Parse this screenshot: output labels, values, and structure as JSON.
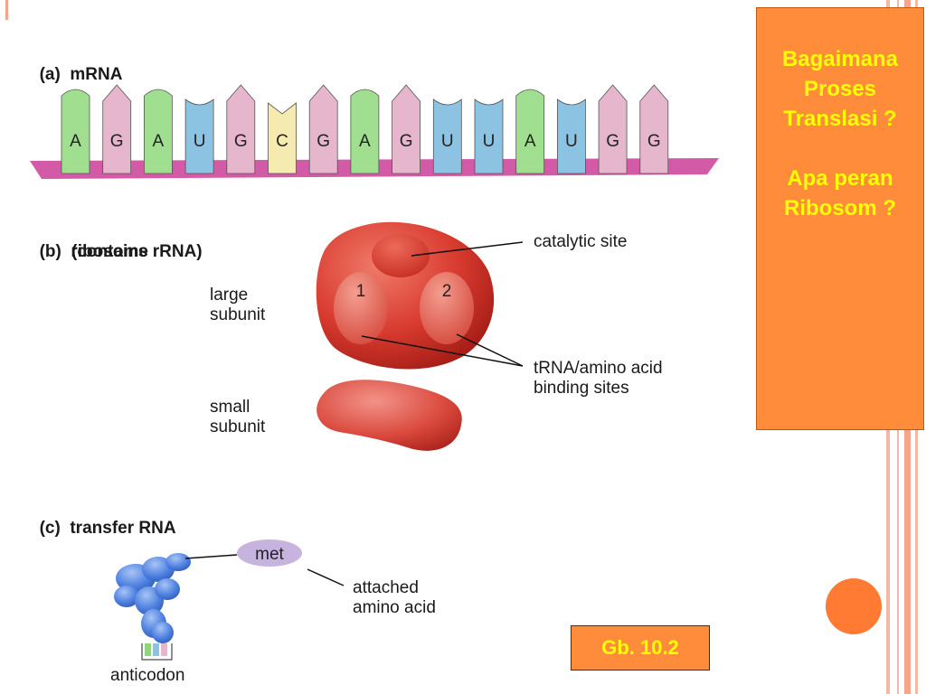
{
  "colors": {
    "accent": "#ff8c3b",
    "highlight_text": "#ffff00",
    "stripe": "#f4a58a"
  },
  "section_a": {
    "letter": "(a)",
    "title": "mRNA"
  },
  "mrna": {
    "bases": [
      "A",
      "G",
      "A",
      "U",
      "G",
      "C",
      "G",
      "A",
      "G",
      "U",
      "U",
      "A",
      "U",
      "G",
      "G"
    ],
    "base_colors": {
      "A": "#9fdf8f",
      "G": "#e5b6cc",
      "U": "#8cc3e2",
      "C": "#f5ebb0"
    }
  },
  "section_b": {
    "letter": "(b)",
    "title": "ribosome",
    "subtitle": "(contains rRNA)"
  },
  "ribosome": {
    "large_label": [
      "large",
      "subunit"
    ],
    "small_label": [
      "small",
      "subunit"
    ],
    "site1": "1",
    "site2": "2",
    "catalytic_label": "catalytic site",
    "binding_label": [
      "tRNA/amino acid",
      "binding sites"
    ]
  },
  "section_c": {
    "letter": "(c)",
    "title": "transfer RNA"
  },
  "trna": {
    "amino_acid": "met",
    "attached_label": [
      "attached",
      "amino acid"
    ],
    "anticodon_label": "anticodon"
  },
  "side_box": {
    "lines": [
      "Bagaimana",
      "Proses",
      "Translasi ?",
      "",
      "Apa peran",
      "Ribosom ?"
    ]
  },
  "figure_label": "Gb. 10.2"
}
